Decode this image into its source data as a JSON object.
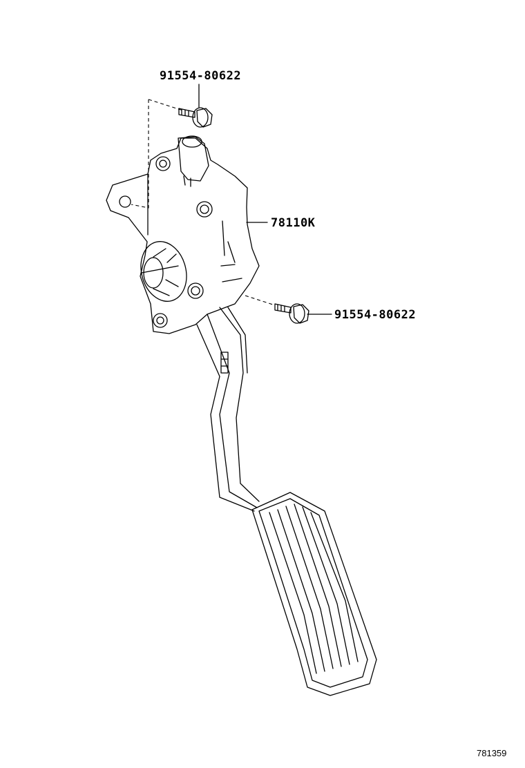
{
  "diagram": {
    "callouts": [
      {
        "part_number": "91554-80622",
        "part": "bolt-top"
      },
      {
        "part_number": "78110K",
        "part": "accelerator-pedal-assembly"
      },
      {
        "part_number": "91554-80622",
        "part": "bolt-right"
      }
    ],
    "reference_code": "781359"
  }
}
